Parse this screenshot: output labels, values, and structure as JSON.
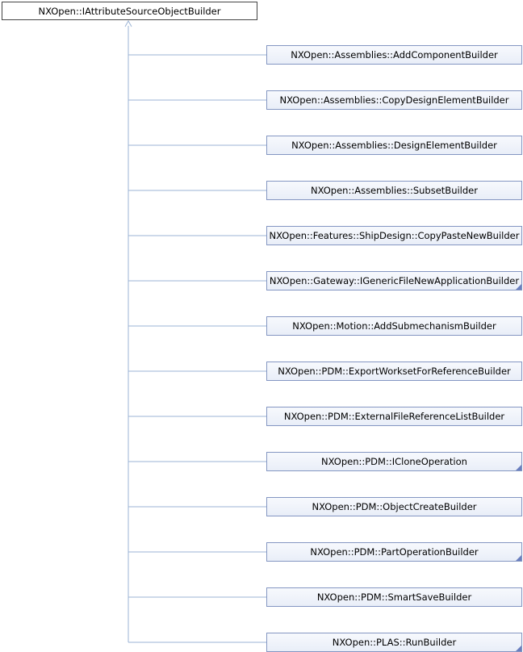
{
  "base_class": {
    "label": "NXOpen::IAttributeSourceObjectBuilder"
  },
  "derived_classes": [
    {
      "label": "NXOpen::Assemblies::AddComponentBuilder",
      "has_more": false
    },
    {
      "label": "NXOpen::Assemblies::CopyDesignElementBuilder",
      "has_more": false
    },
    {
      "label": "NXOpen::Assemblies::DesignElementBuilder",
      "has_more": false
    },
    {
      "label": "NXOpen::Assemblies::SubsetBuilder",
      "has_more": false
    },
    {
      "label": "NXOpen::Features::ShipDesign::CopyPasteNewBuilder",
      "has_more": false
    },
    {
      "label": "NXOpen::Gateway::IGenericFileNewApplicationBuilder",
      "has_more": true
    },
    {
      "label": "NXOpen::Motion::AddSubmechanismBuilder",
      "has_more": false
    },
    {
      "label": "NXOpen::PDM::ExportWorksetForReferenceBuilder",
      "has_more": false
    },
    {
      "label": "NXOpen::PDM::ExternalFileReferenceListBuilder",
      "has_more": false
    },
    {
      "label": "NXOpen::PDM::ICloneOperation",
      "has_more": true
    },
    {
      "label": "NXOpen::PDM::ObjectCreateBuilder",
      "has_more": false
    },
    {
      "label": "NXOpen::PDM::PartOperationBuilder",
      "has_more": true
    },
    {
      "label": "NXOpen::PDM::SmartSaveBuilder",
      "has_more": false
    },
    {
      "label": "NXOpen::PLAS::RunBuilder",
      "has_more": true
    }
  ],
  "colors": {
    "edge": "#9bb3d4",
    "node_border": "#8496c2",
    "base_border": "#444444"
  }
}
